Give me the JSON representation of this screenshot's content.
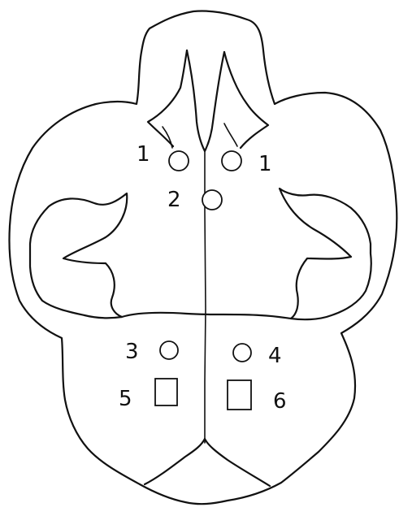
{
  "diagram": {
    "labels": {
      "site_1_left": "1",
      "site_1_right": "1",
      "site_2": "2",
      "site_3": "3",
      "site_4": "4",
      "site_5": "5",
      "site_6": "6"
    },
    "colors": {
      "stroke": "#111111",
      "background": "#ffffff"
    }
  }
}
